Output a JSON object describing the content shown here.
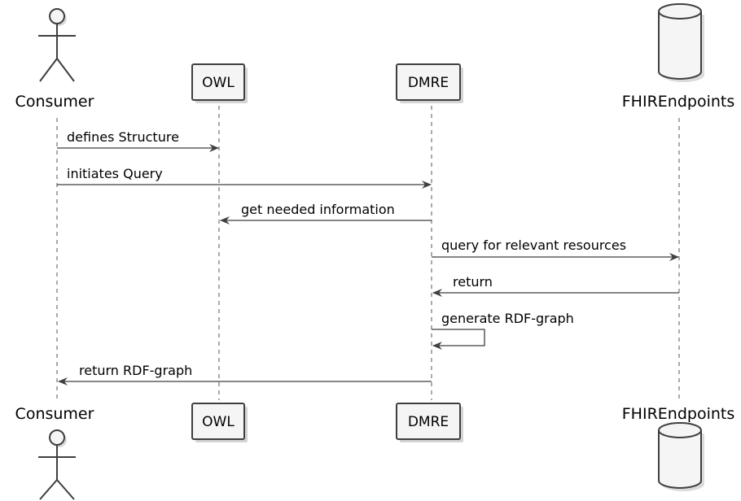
{
  "participants": [
    {
      "id": "consumer",
      "label": "Consumer",
      "kind": "actor"
    },
    {
      "id": "owl",
      "label": "OWL",
      "kind": "box"
    },
    {
      "id": "dmre",
      "label": "DMRE",
      "kind": "box"
    },
    {
      "id": "fhir",
      "label": "FHIREndpoints",
      "kind": "database"
    }
  ],
  "messages": [
    {
      "from": "consumer",
      "to": "owl",
      "label": "defines Structure"
    },
    {
      "from": "consumer",
      "to": "dmre",
      "label": "initiates Query"
    },
    {
      "from": "dmre",
      "to": "owl",
      "label": "get needed information"
    },
    {
      "from": "dmre",
      "to": "fhir",
      "label": "query for relevant resources"
    },
    {
      "from": "fhir",
      "to": "dmre",
      "label": "return"
    },
    {
      "from": "dmre",
      "to": "dmre",
      "label": "generate RDF-graph"
    },
    {
      "from": "dmre",
      "to": "consumer",
      "label": "return RDF-graph"
    }
  ]
}
